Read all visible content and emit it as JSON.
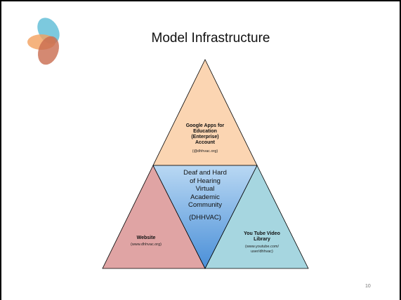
{
  "slide": {
    "title": "Model Infrastructure",
    "page_number": "10"
  },
  "diagram": {
    "top": {
      "title": "Google Apps for Education (Enterprise) Account",
      "title_lines": [
        "Google Apps for",
        "Education",
        "(Enterprise)",
        "Account"
      ],
      "subtitle": "(@dhhvac.org)",
      "color": "#fbd5b2"
    },
    "center": {
      "lines": [
        "Deaf and Hard",
        "of Hearing",
        "Virtual",
        "Academic",
        "Community"
      ],
      "abbr": "(DHHVAC)",
      "color": "#6aa5e0"
    },
    "left": {
      "title": "Website",
      "subtitle": "(www.dhhvac.org)",
      "color": "#e0a4a4"
    },
    "right": {
      "title_lines": [
        "You Tube Video",
        "Library"
      ],
      "subtitle_lines": [
        "(www.youtube.com/",
        "user/dhhvac)"
      ],
      "color": "#a6d6e0"
    }
  },
  "logo": {
    "colors": [
      "#5bbcd6",
      "#f2a05e",
      "#c96b4f"
    ]
  }
}
